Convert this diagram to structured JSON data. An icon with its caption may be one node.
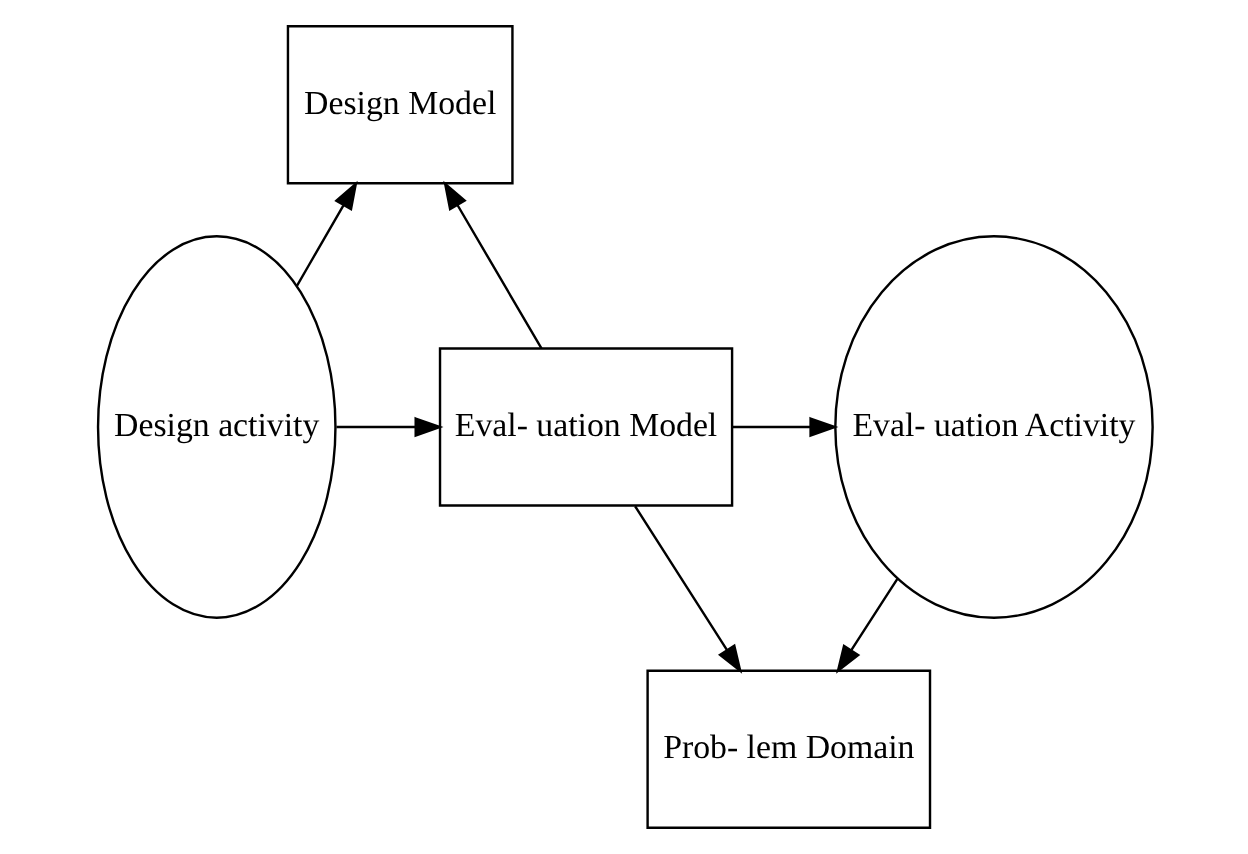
{
  "diagram": {
    "nodes": [
      {
        "text": [
          "Design activity"
        ]
      },
      {
        "text": [
          "Design Model"
        ]
      },
      {
        "text": [
          "Eval- uation Model"
        ]
      },
      {
        "text": [
          "Prob- lem Domain"
        ]
      },
      {
        "text": [
          "Eval- uation Activity"
        ]
      }
    ],
    "edges": [
      {
        "from": 0,
        "to": 1,
        "arrow": "to"
      },
      {
        "from": 0,
        "to": 2,
        "arrow": "to"
      },
      {
        "from": 2,
        "to": 1,
        "arrow": "to"
      },
      {
        "from": 2,
        "to": 4,
        "arrow": "to"
      },
      {
        "from": 2,
        "to": 3,
        "arrow": "to"
      },
      {
        "from": 4,
        "to": 3,
        "arrow": "to"
      }
    ]
  }
}
